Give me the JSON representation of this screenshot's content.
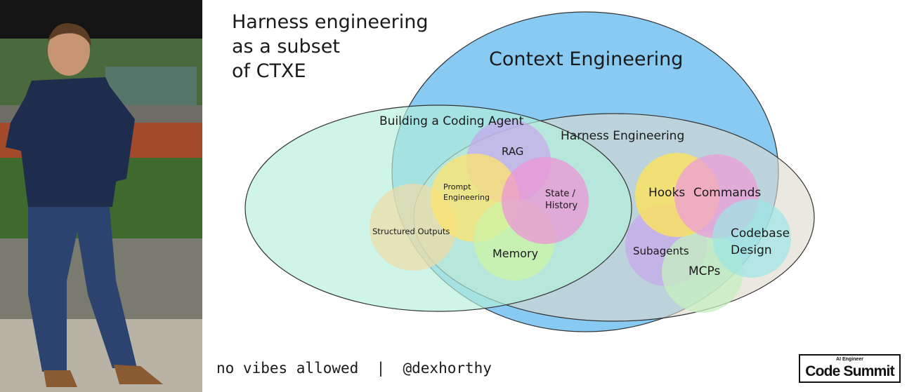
{
  "slide": {
    "title_lines": [
      "Harness engineering",
      "as a subset",
      "of CTXE"
    ],
    "footer": "no vibes allowed  |  @dexhorthy",
    "badge": {
      "top_text": "AI Engineer",
      "main_text": "Code Summit"
    }
  },
  "diagram": {
    "regions": {
      "context_engineering": "Context Engineering",
      "building_a_coding_agent": "Building a Coding Agent",
      "harness_engineering": "Harness Engineering"
    },
    "items": {
      "rag": "RAG",
      "prompt_engineering_line1": "Prompt",
      "prompt_engineering_line2": "Engineering",
      "state_history_line1": "State /",
      "state_history_line2": "History",
      "structured_outputs": "Structured Outputs",
      "memory": "Memory",
      "hooks": "Hooks",
      "commands": "Commands",
      "codebase_design_line1": "Codebase",
      "codebase_design_line2": "Design",
      "subagents": "Subagents",
      "mcps": "MCPs"
    },
    "colors": {
      "context_engineering": "#7cc4f2",
      "building_a_coding_agent": "#b3f0da",
      "harness_engineering": "#ddd8cc",
      "rag": "#c6a6ec",
      "prompt_engineering": "#fde36c",
      "state_history": "#ec96d6",
      "structured_outputs": "#efdca6",
      "memory": "#ccf3a6",
      "hooks": "#fde45c",
      "commands": "#ee9dd8",
      "codebase_design": "#9be6e6",
      "subagents": "#c9a6ee",
      "mcps": "#c6f0c0"
    }
  }
}
